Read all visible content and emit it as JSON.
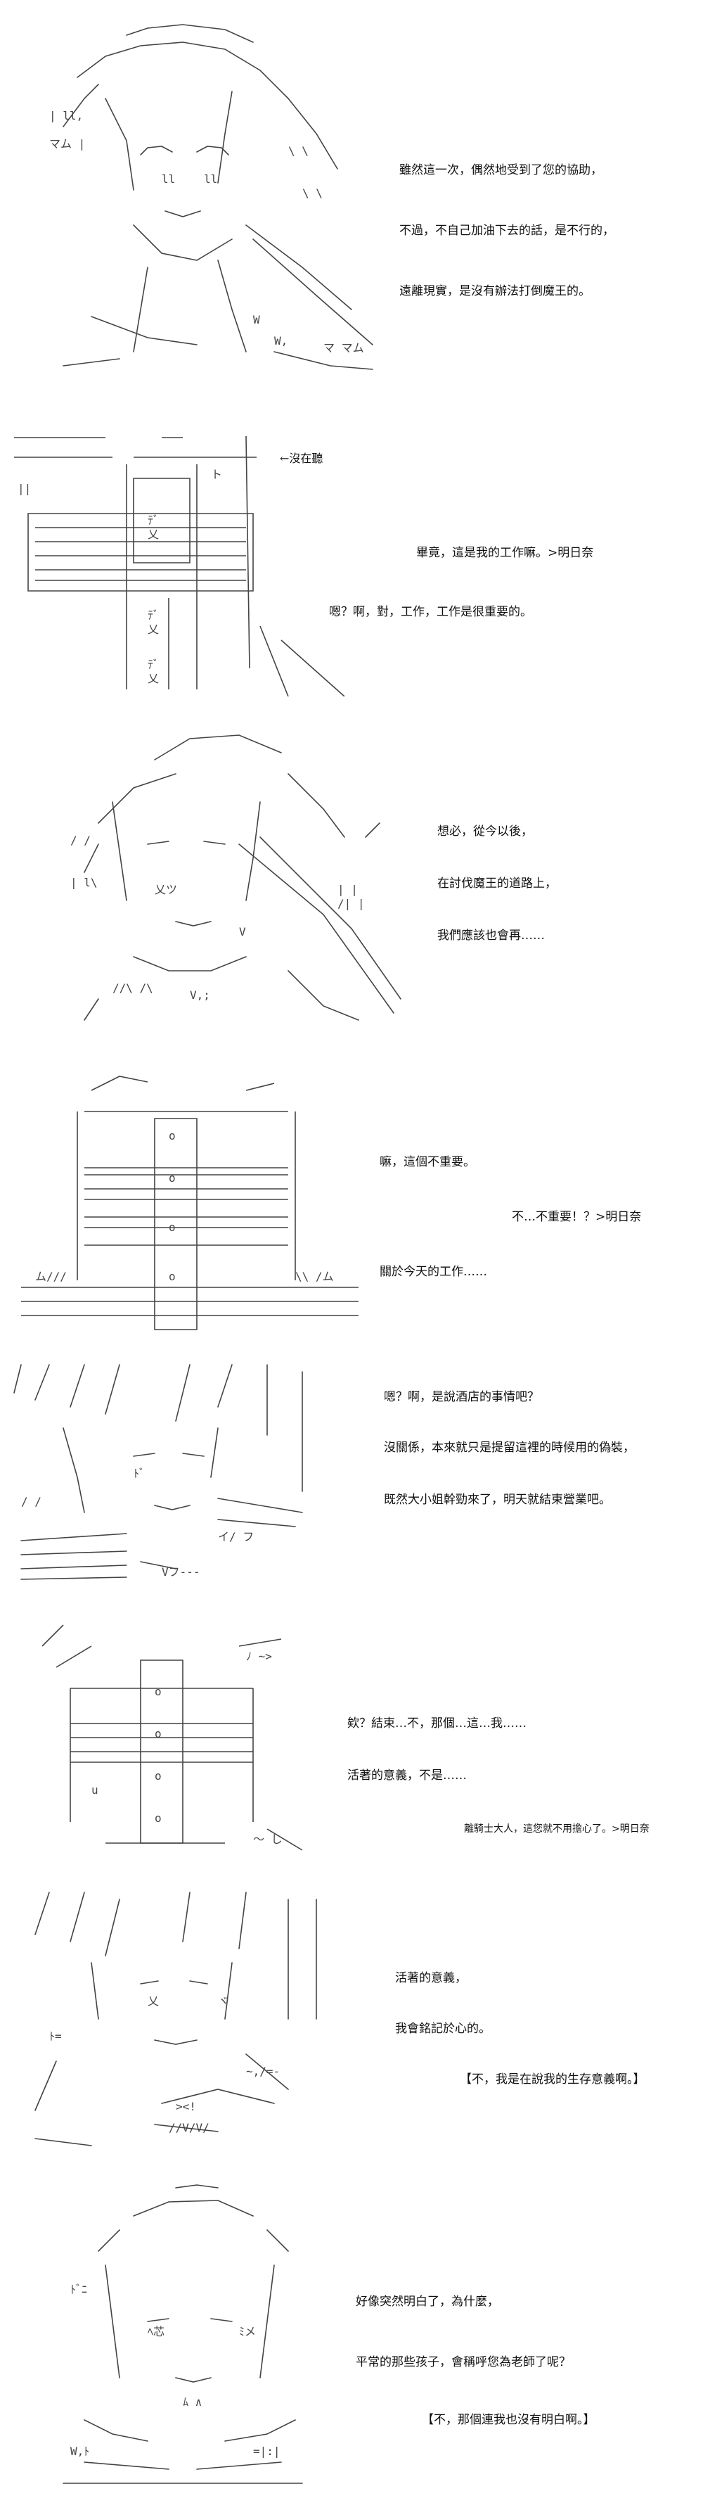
{
  "panels": [
    {
      "lines": [
        "雖然這一次，偶然地受到了您的協助，",
        "不過，不自己加油下去的話，是不行的，",
        "遠離現實，是沒有辦法打倒魔王的。"
      ]
    },
    {
      "note": "←沒在聽",
      "lines": [
        "畢竟，這是我的工作嘛。>明日奈",
        "嗯？啊，對，工作，工作是很重要的。"
      ]
    },
    {
      "lines": [
        "想必，從今以後，",
        "在討伐魔王的道路上，",
        "我們應該也會再……"
      ]
    },
    {
      "lines": [
        "嘛，這個不重要。",
        "不…不重要！？>明日奈",
        "關於今天的工作……"
      ]
    },
    {
      "lines": [
        "嗯？啊，是說酒店的事情吧？",
        "沒關係，本來就只是提留這裡的時候用的偽裝，",
        "既然大小姐幹勁來了，明天就結束營業吧。"
      ]
    },
    {
      "lines": [
        "欸？結束…不，那個…這…我……",
        "活著的意義，不是……",
        "離騎士大人，這您就不用擔心了。>明日奈"
      ]
    },
    {
      "lines": [
        "活著的意義，",
        "我會銘記於心的。",
        "【不，我是在說我的生存意義啊。】"
      ]
    },
    {
      "lines": [
        "好像突然明白了，為什麼，",
        "平常的那些孩子，會稱呼您為老師了呢？",
        "【不，那個連我也沒有明白啊。】"
      ]
    }
  ]
}
